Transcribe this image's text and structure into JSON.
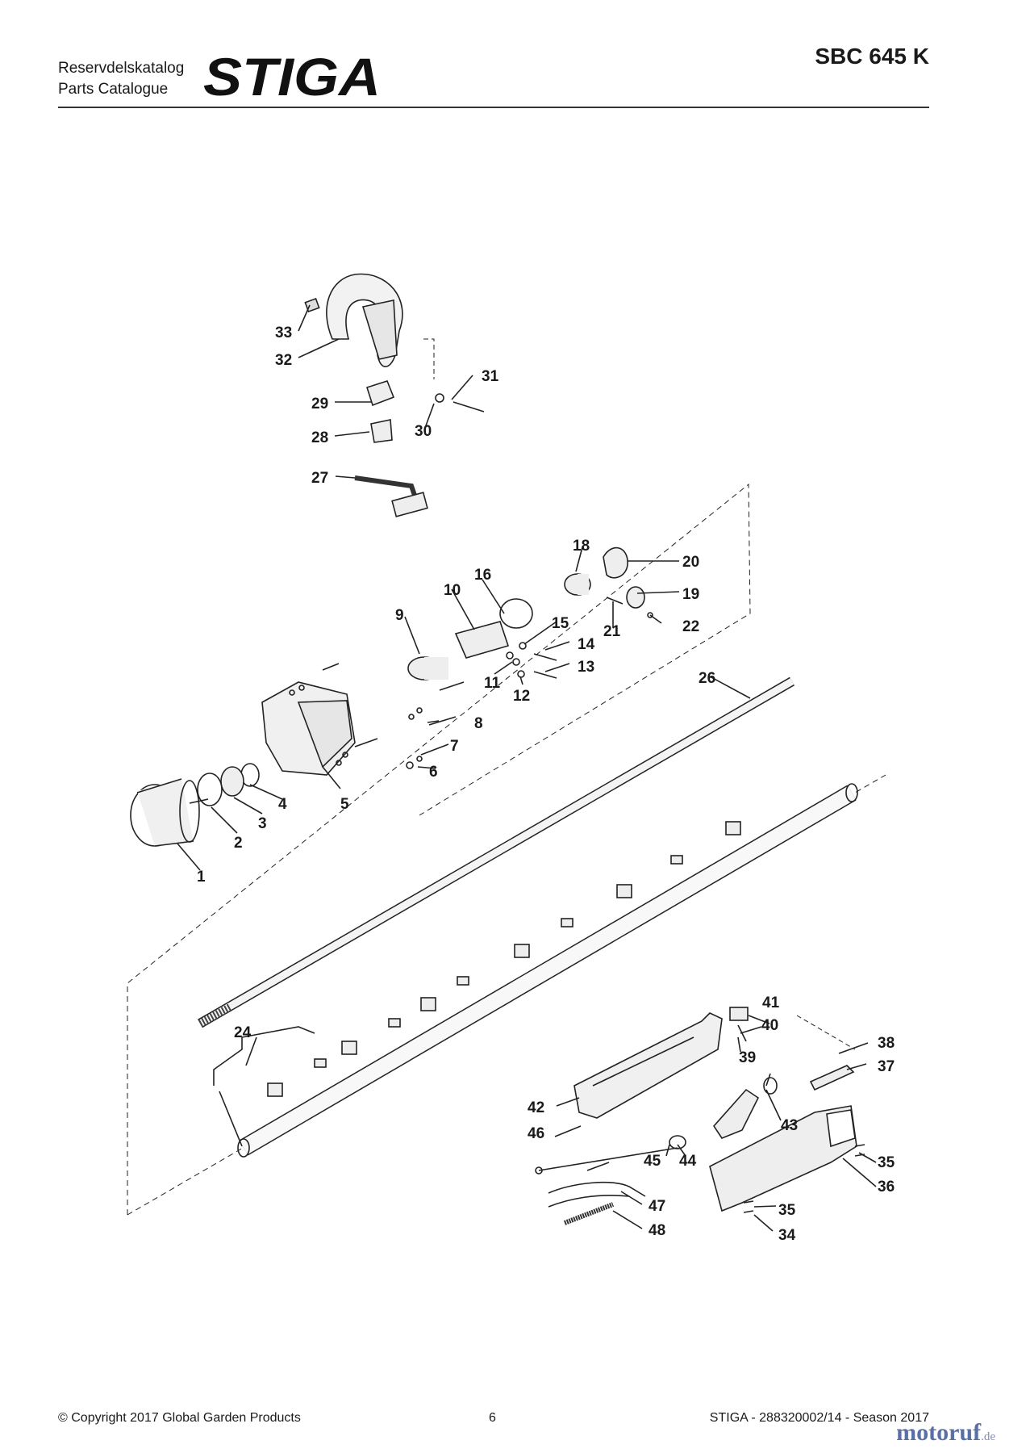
{
  "header": {
    "catalog_line1": "Reservdelskatalog",
    "catalog_line2": "Parts Catalogue",
    "brand": "STIGA",
    "model": "SBC 645 K"
  },
  "callouts": [
    "1",
    "2",
    "3",
    "4",
    "5",
    "6",
    "7",
    "8",
    "9",
    "10",
    "11",
    "12",
    "13",
    "14",
    "15",
    "16",
    "18",
    "19",
    "20",
    "21",
    "22",
    "24",
    "26",
    "27",
    "28",
    "29",
    "30",
    "31",
    "32",
    "33",
    "34",
    "35",
    "35",
    "36",
    "37",
    "38",
    "39",
    "40",
    "41",
    "42",
    "43",
    "44",
    "45",
    "46",
    "47",
    "48"
  ],
  "footer": {
    "copyright": "© Copyright 2017 Global Garden Products",
    "page": "6",
    "doc_ref": "STIGA - 288320002/14 - Season 2017"
  },
  "watermark": {
    "name": "motoruf",
    "tld": ".de"
  }
}
